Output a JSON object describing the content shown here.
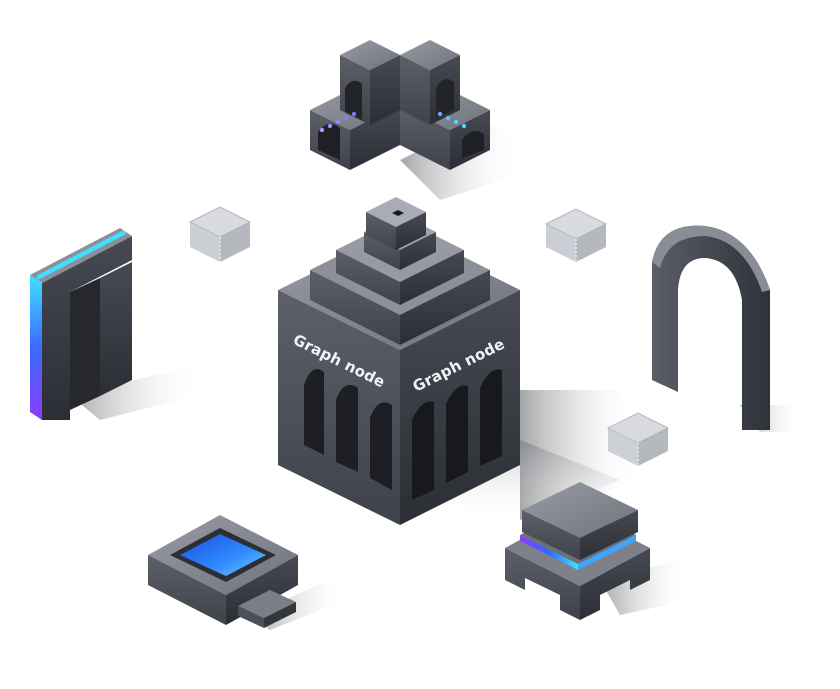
{
  "labels": {
    "left_face": "Graph node",
    "right_face": "Graph node"
  },
  "colors": {
    "background": "#ffffff",
    "face_top": "#83868f",
    "face_left": "#51545d",
    "face_right": "#3a3d45",
    "accent_blue": "#2f6bff",
    "accent_cyan": "#3fe0ff",
    "accent_purple": "#8a3cff",
    "glass": "#c9ccd4"
  },
  "icons": {
    "central": "graph-node-building",
    "top": "cross-tunnel-structure",
    "left": "portal-arch",
    "right": "round-arch",
    "bottom_left": "pool-block",
    "bottom_right": "table-pedestal",
    "cubes": "glass-cube"
  }
}
